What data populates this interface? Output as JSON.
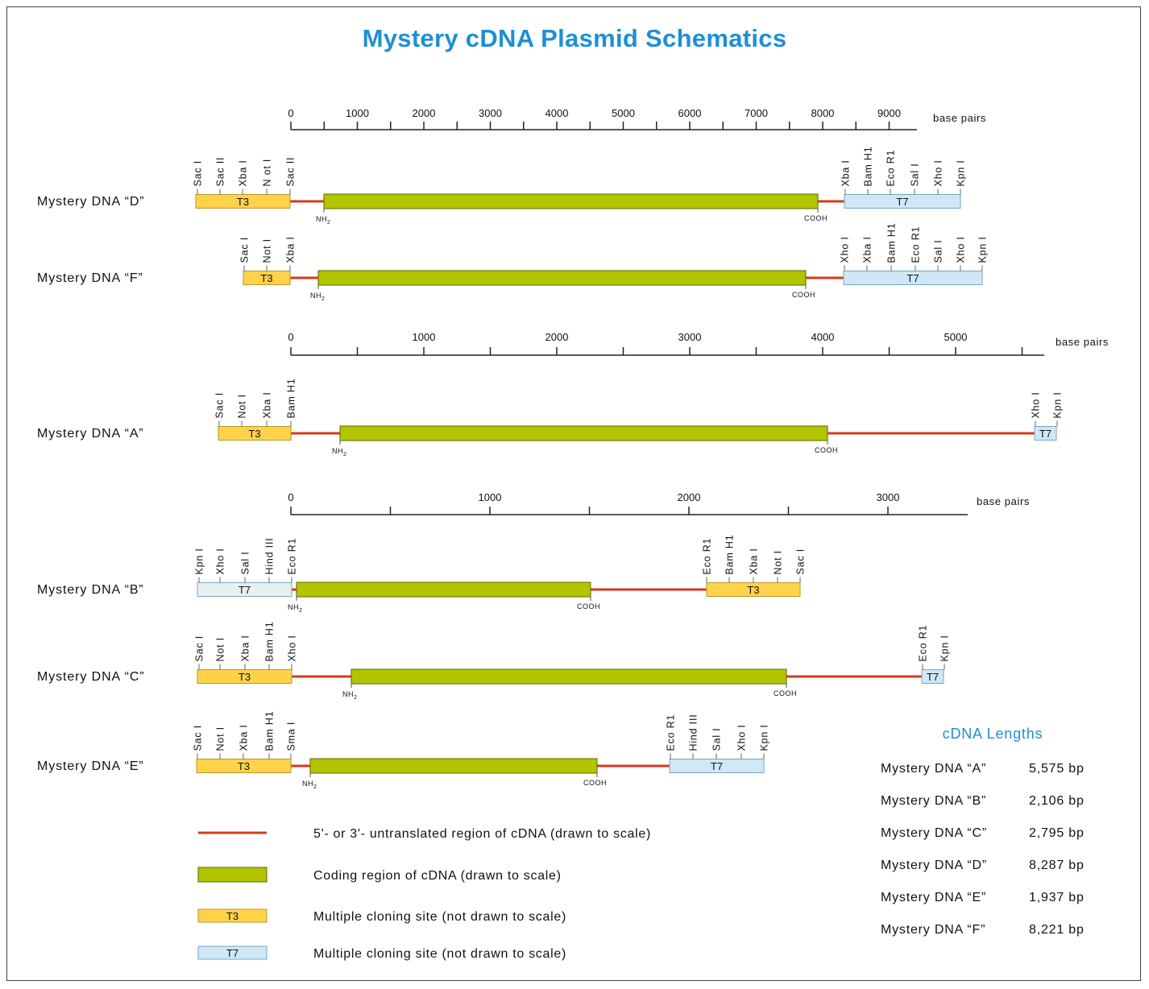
{
  "title": "Mystery cDNA Plasmid Schematics",
  "colors": {
    "title": "#1e8fd6",
    "utr_line": "#d43a1e",
    "coding_fill": "#b3c400",
    "coding_stroke": "#5a6a00",
    "t3_fill": "#ffd24a",
    "t3_stroke": "#b59a2a",
    "t7_fill": "#cfe8f6",
    "t7_stroke": "#7aa6c2",
    "t7_fill_b": "#e6f1ef",
    "lengths_heading": "#1e8fd6",
    "text": "#111111"
  },
  "scales": [
    {
      "id": "scale-1",
      "ticks": [
        "0",
        "1000",
        "2000",
        "3000",
        "4000",
        "5000",
        "6000",
        "7000",
        "8000",
        "9000"
      ],
      "unit_label": "base pairs"
    },
    {
      "id": "scale-2",
      "ticks": [
        "0",
        "1000",
        "2000",
        "3000",
        "4000",
        "5000"
      ],
      "unit_label": "base pairs"
    },
    {
      "id": "scale-3",
      "ticks": [
        "0",
        "1000",
        "2000",
        "3000"
      ],
      "unit_label": "base pairs"
    }
  ],
  "constructs": [
    {
      "id": "D",
      "label": "Mystery DNA “D”",
      "left_box": {
        "name": "T3",
        "color": "t3",
        "sites": [
          "Sac I",
          "Sac II",
          "Xba I",
          "N ot I",
          "Sac II"
        ]
      },
      "right_box": {
        "name": "T7",
        "color": "t7",
        "sites": [
          "Xba I",
          "Bam H1",
          "Eco R1",
          "Sal I",
          "Xho I",
          "Kpn I"
        ]
      },
      "nh2": "NH2",
      "cooh": "COOH"
    },
    {
      "id": "F",
      "label": "Mystery DNA “F”",
      "left_box": {
        "name": "T3",
        "color": "t3",
        "sites": [
          "Sac I",
          "Not I",
          "Xba I"
        ]
      },
      "right_box": {
        "name": "T7",
        "color": "t7",
        "sites": [
          "Xho I",
          "Xba I",
          "Bam H1",
          "Eco R1",
          "Sal I",
          "Xho I",
          "Kpn I"
        ]
      },
      "nh2": "NH2",
      "cooh": "COOH"
    },
    {
      "id": "A",
      "label": "Mystery DNA “A”",
      "left_box": {
        "name": "T3",
        "color": "t3",
        "sites": [
          "Sac I",
          "Not I",
          "Xba I",
          "Bam H1"
        ]
      },
      "right_box": {
        "name": "T7",
        "color": "t7",
        "sites": [
          "Xho I",
          "Kpn I"
        ]
      },
      "nh2": "NH2",
      "cooh": "COOH"
    },
    {
      "id": "B",
      "label": "Mystery DNA “B”",
      "left_box": {
        "name": "T7",
        "color": "t7b",
        "sites": [
          "Kpn I",
          "Xho I",
          "Sal I",
          "Hind III",
          "Eco R1"
        ]
      },
      "right_box": {
        "name": "T3",
        "color": "t3",
        "sites": [
          "Eco R1",
          "Bam H1",
          "Xba I",
          "Not I",
          "Sac I"
        ]
      },
      "nh2": "NH2",
      "cooh": "COOH"
    },
    {
      "id": "C",
      "label": "Mystery DNA “C”",
      "left_box": {
        "name": "T3",
        "color": "t3",
        "sites": [
          "Sac I",
          "Not I",
          "Xba I",
          "Bam H1",
          "Xho I"
        ]
      },
      "right_box": {
        "name": "T7",
        "color": "t7",
        "sites": [
          "Eco R1",
          "Kpn I"
        ]
      },
      "nh2": "NH2",
      "cooh": "COOH"
    },
    {
      "id": "E",
      "label": "Mystery DNA “E”",
      "left_box": {
        "name": "T3",
        "color": "t3",
        "sites": [
          "Sac I",
          "Not I",
          "Xba I",
          "Bam H1",
          "Sma I"
        ]
      },
      "right_box": {
        "name": "T7",
        "color": "t7",
        "sites": [
          "Eco R1",
          "Hind III",
          "Sal I",
          "Xho I",
          "Kpn I"
        ]
      },
      "nh2": "NH2",
      "cooh": "COOH"
    }
  ],
  "legend": [
    {
      "key": "utr",
      "symbol": "line",
      "text": "5'-  or  3'- untranslated region of cDNA (drawn to scale)"
    },
    {
      "key": "coding",
      "symbol": "coding",
      "text": "Coding region of cDNA (drawn to scale)"
    },
    {
      "key": "t3",
      "symbol": "T3",
      "text": "Multiple cloning site (not drawn to scale)"
    },
    {
      "key": "t7",
      "symbol": "T7",
      "text": "Multiple cloning site (not drawn to scale)"
    }
  ],
  "lengths": {
    "heading": "cDNA Lengths",
    "rows": [
      {
        "name": "Mystery DNA “A”",
        "value": "5,575 bp"
      },
      {
        "name": "Mystery DNA “B”",
        "value": "2,106 bp"
      },
      {
        "name": "Mystery DNA “C”",
        "value": "2,795 bp"
      },
      {
        "name": "Mystery DNA “D”",
        "value": "8,287 bp"
      },
      {
        "name": "Mystery DNA “E”",
        "value": "1,937 bp"
      },
      {
        "name": "Mystery DNA “F”",
        "value": "8,221 bp"
      }
    ]
  }
}
